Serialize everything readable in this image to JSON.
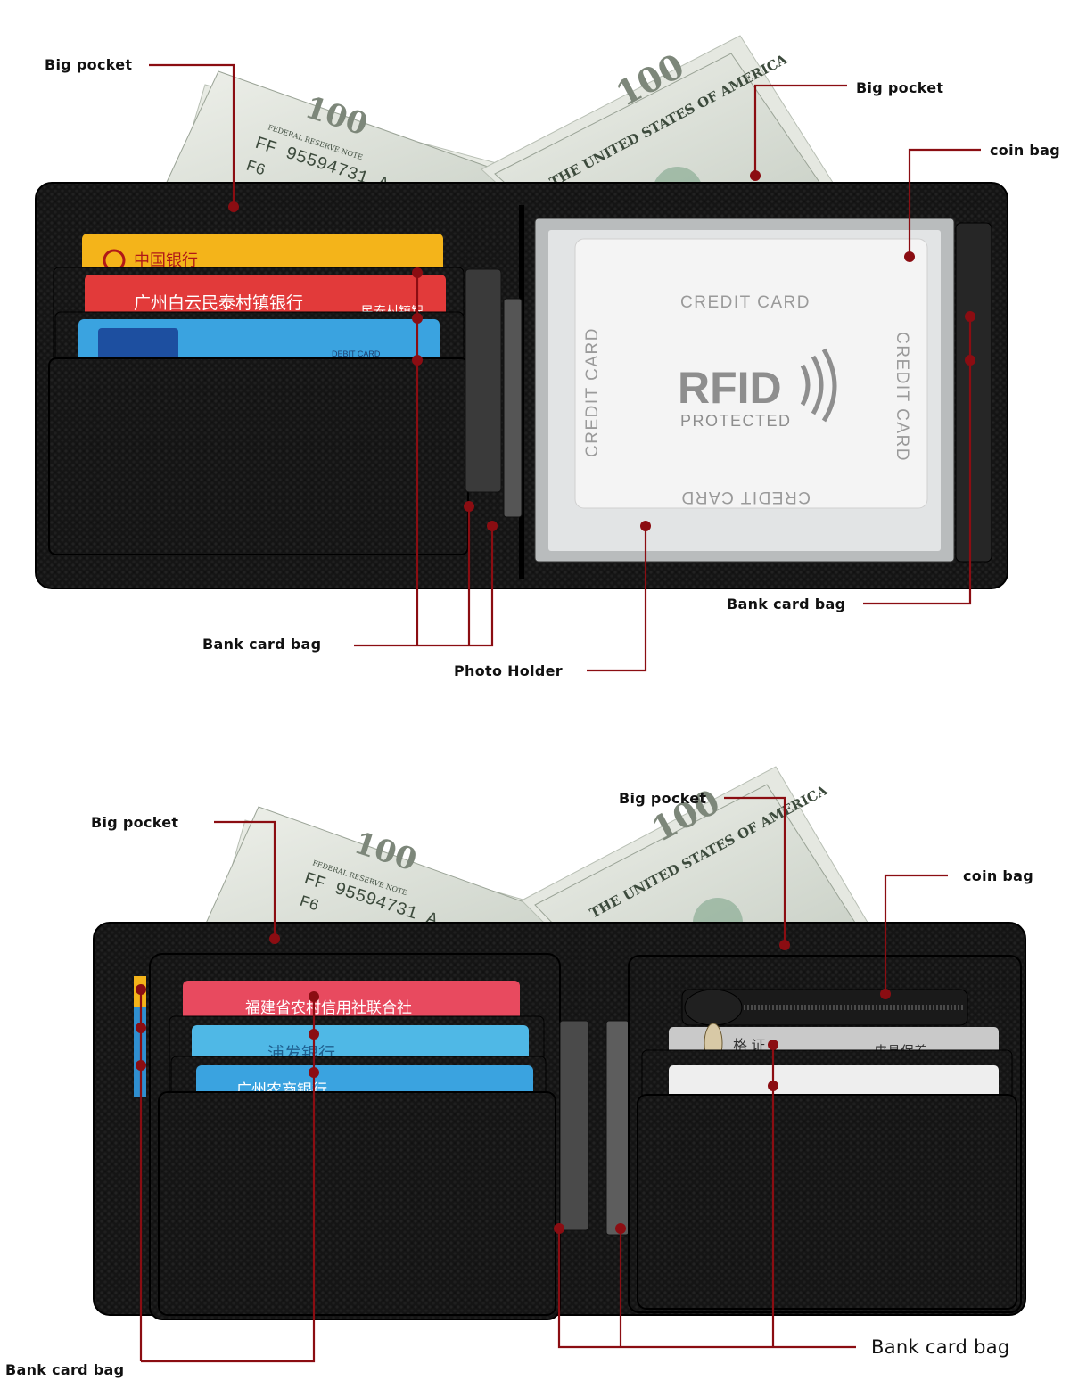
{
  "colors": {
    "leader": "#8b0d12",
    "leather": "#141414",
    "leather_edge": "#2a2a2a",
    "banknote": "#dfe3dc",
    "banknote_ink": "#3c4a3c",
    "rfid_card": "#f2f2f2",
    "card_yellow": "#f4b41a",
    "card_red": "#e23a3a",
    "card_blue": "#3aa3e0",
    "card_pink": "#e84a5f",
    "card_cyan": "#4fb8e6",
    "card_grey": "#c9c9c9"
  },
  "top_wallet": {
    "callouts": {
      "big_pocket_left": "Big pocket",
      "big_pocket_right": "Big pocket",
      "coin_bag": "coin bag",
      "bank_card_bag_right": "Bank card bag",
      "bank_card_bag_bottom": "Bank card bag",
      "photo_holder": "Photo Holder"
    },
    "banknote": {
      "serial": "FF 95594731 A",
      "series": "F6",
      "reserve": "FEDERAL RESERVE NOTE",
      "country": "THE UNITED STATES OF AMERICA",
      "denomination": "100"
    },
    "rfid_card": {
      "top": "CREDIT CARD",
      "bottom": "CREDIT CARD",
      "left": "CREDIT CARD",
      "right": "CREDIT CARD",
      "brand": "RFID",
      "sub": "PROTECTED"
    },
    "cards": {
      "card1": "中国银行",
      "card2": "广州白云民泰村镇银行",
      "card2_right": "民泰村镇银",
      "card3": "DEBIT CARD"
    }
  },
  "bottom_wallet": {
    "callouts": {
      "big_pocket_left": "Big pocket",
      "big_pocket_right": "Big pocket",
      "coin_bag": "coin bag",
      "bank_card_bag_left": "Bank card bag",
      "bank_card_bag_right": "Bank card bag"
    },
    "banknote": {
      "serial": "FF 95594731 A",
      "series": "F6",
      "reserve": "FEDERAL RESERVE NOTE",
      "country": "THE UNITED STATES OF AMERICA",
      "denomination": "100"
    },
    "cards": {
      "card1": "福建省农村信用社联合社",
      "card2": "浦发银行",
      "card3": "广州农商银行",
      "card4": "格 证",
      "card4_right": "皮具保养"
    }
  }
}
